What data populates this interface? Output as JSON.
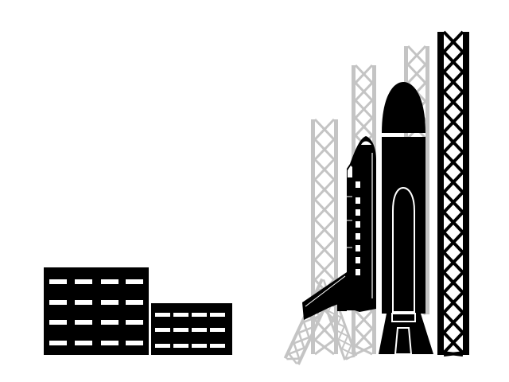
{
  "colors": {
    "foreground": "#000000",
    "background": "#ffffff",
    "gantry_gray": "#c4c4c4"
  },
  "scene": {
    "objects": [
      "office-building-large",
      "office-building-small",
      "space-shuttle",
      "external-fuel-tank",
      "launch-gantry-towers"
    ]
  }
}
